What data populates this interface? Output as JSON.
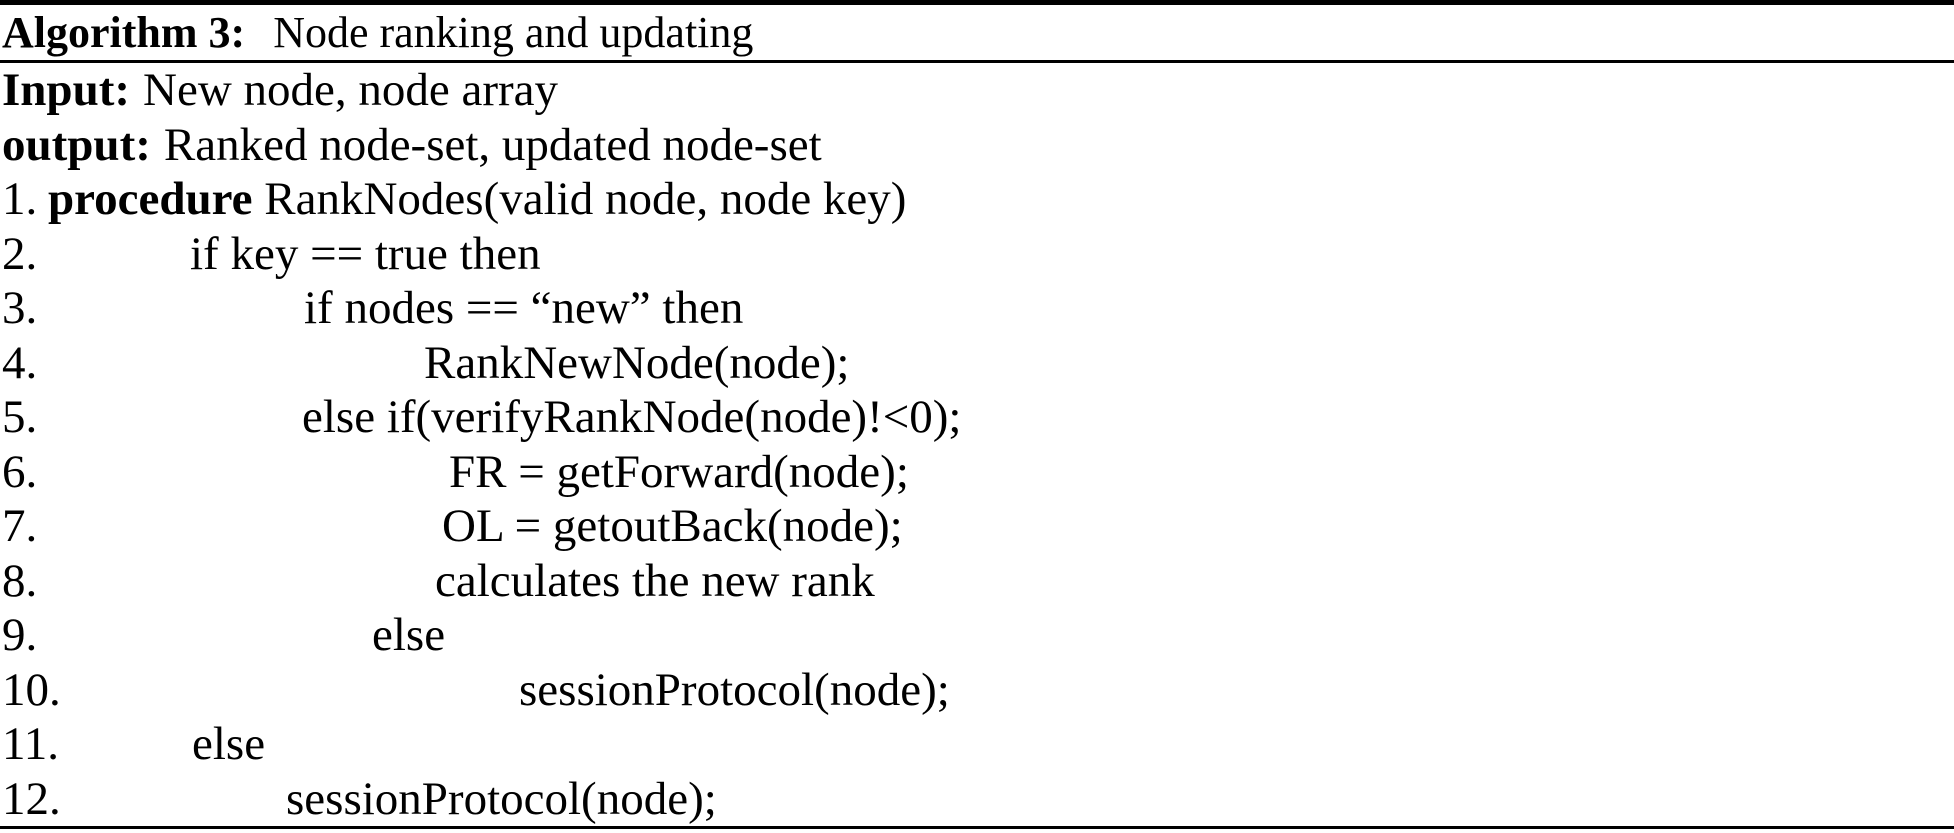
{
  "algorithm": {
    "header": {
      "label": "Algorithm 3:",
      "title": "Node ranking and updating"
    },
    "io": {
      "input_label": "Input:",
      "input_text": "New node, node array",
      "output_label": "output:",
      "output_text": "Ranked node-set, updated node-set"
    },
    "lines": [
      {
        "num": "1.",
        "kw": "procedure ",
        "text": "RankNodes(valid node, node key)"
      },
      {
        "num": "2.",
        "text": "if key == true then"
      },
      {
        "num": "3.",
        "text": "if nodes == “new” then"
      },
      {
        "num": "4.",
        "text": "RankNewNode(node);"
      },
      {
        "num": "5.",
        "text": "else if(verifyRankNode(node)!<0);"
      },
      {
        "num": "6.",
        "text": "FR = getForward(node);"
      },
      {
        "num": "7.",
        "text": "OL = getoutBack(node);"
      },
      {
        "num": "8.",
        "text": "calculates the new rank"
      },
      {
        "num": "9.",
        "text": "else"
      },
      {
        "num": "10.",
        "text": "sessionProtocol(node);"
      },
      {
        "num": "11.",
        "text": "else"
      },
      {
        "num": "12.",
        "text": "sessionProtocol(node);"
      }
    ],
    "colors": {
      "text": "#000000",
      "background": "#ffffff",
      "rule": "#000000"
    }
  }
}
